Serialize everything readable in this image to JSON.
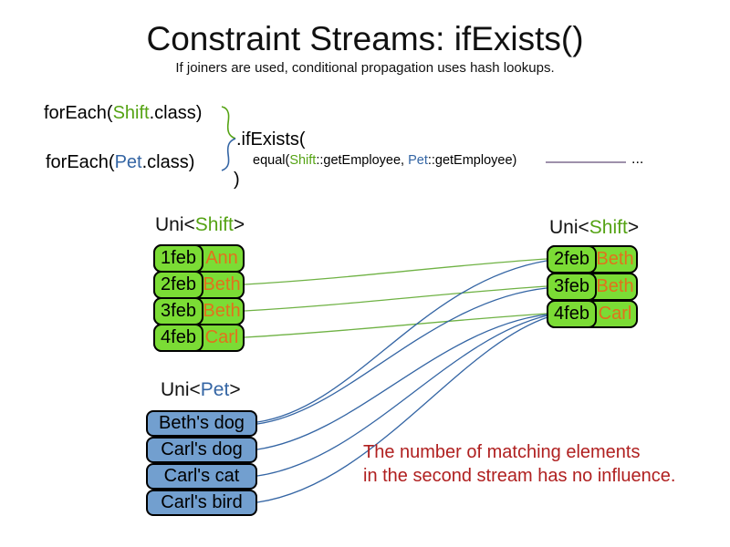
{
  "slide": {
    "title": "Constraint Streams: ifExists()",
    "subtitle": "If joiners are used, conditional propagation uses hash lookups."
  },
  "code": {
    "foreach_shift": {
      "pre": "forEach(",
      "type": "Shift",
      "post": ".class)"
    },
    "foreach_pet": {
      "pre": "forEach(",
      "type": "Pet",
      "post": ".class)"
    },
    "if_exists": ".ifExists(",
    "equal": {
      "pre": "equal(",
      "shift_type": "Shift",
      "mid": "::getEmployee, ",
      "pet_type": "Pet",
      "post": "::getEmployee)"
    },
    "close_paren": ")",
    "ellipsis": "..."
  },
  "left_stream": {
    "label": {
      "pre": "Uni<",
      "type": "Shift",
      "post": ">"
    },
    "rows": [
      {
        "date": "1feb",
        "name": "Ann"
      },
      {
        "date": "2feb",
        "name": "Beth"
      },
      {
        "date": "3feb",
        "name": "Beth"
      },
      {
        "date": "4feb",
        "name": "Carl"
      }
    ]
  },
  "right_stream": {
    "label": {
      "pre": "Uni<",
      "type": "Shift",
      "post": ">"
    },
    "rows": [
      {
        "date": "2feb",
        "name": "Beth"
      },
      {
        "date": "3feb",
        "name": "Beth"
      },
      {
        "date": "4feb",
        "name": "Carl"
      }
    ]
  },
  "pet_stream": {
    "label": {
      "pre": "Uni<",
      "type": "Pet",
      "post": ">"
    },
    "rows": [
      "Beth's dog",
      "Carl's dog",
      "Carl's cat",
      "Carl's bird"
    ]
  },
  "note": {
    "line1": "The number of matching elements",
    "line2": "in the second stream has no influence."
  },
  "colors": {
    "green_box": "#7bdc35",
    "green_text": "#55a314",
    "green_line": "#6fb244",
    "orange_text": "#e2711c",
    "blue_box": "#729fcf",
    "blue_line": "#3465a4",
    "purple_line": "#7e6b8f",
    "red_text": "#b02020"
  }
}
